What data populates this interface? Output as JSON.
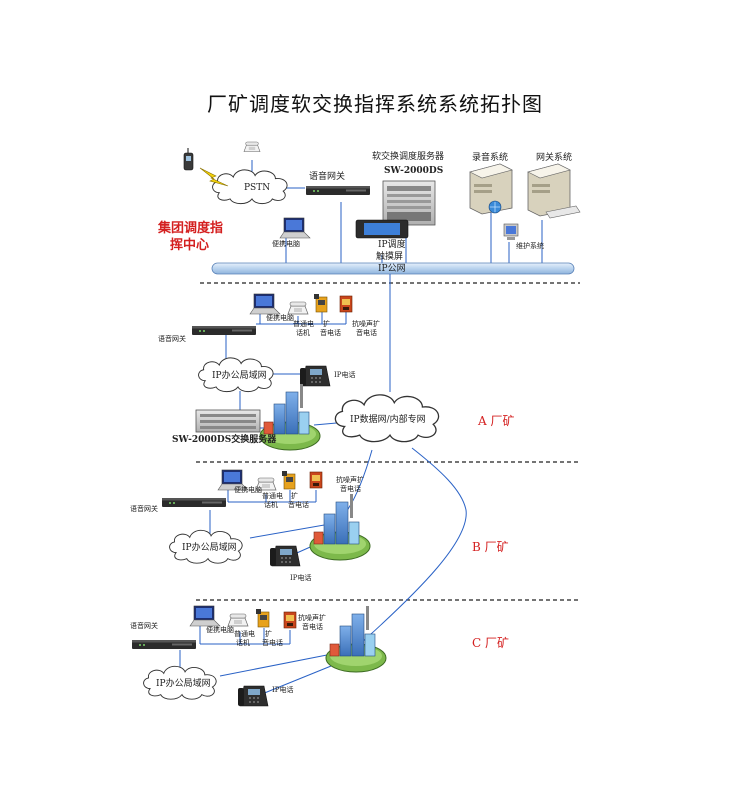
{
  "title": "厂矿调度软交换指挥系统系统拓扑图",
  "center": {
    "label_line1": "集团调度指",
    "label_line2": "挥中心",
    "pstn": "PSTN",
    "voice_gateway": "语音网关",
    "softswitch_server_line1": "软交换调度服务器",
    "softswitch_server_line2": "SW-2000DS",
    "recording_system": "录音系统",
    "gateway_system": "网关系统",
    "laptop": "便携电脑",
    "touch_screen_line1": "IP调度",
    "touch_screen_line2": "触摸屏",
    "maintenance": "维护系统",
    "ip_network": "IP公网"
  },
  "site_a": {
    "laptop": "便携电脑",
    "phone_line1": "普通电",
    "phone_line2": "话机",
    "broadcast_line1": "扩",
    "broadcast_line2": "音电话",
    "noise_phone_line1": "抗噪声扩",
    "noise_phone_line2": "音电话",
    "voice_gateway": "语音网关",
    "lan": "IP办公局域网",
    "ip_phone": "IP电话",
    "server": "SW-2000DS交换服务器",
    "private_network": "IP数据网/内部专网",
    "section": "A 厂矿"
  },
  "site_b": {
    "laptop": "便携电脑",
    "phone_line1": "普通电",
    "phone_line2": "话机",
    "broadcast_line1": "扩",
    "broadcast_line2": "音电话",
    "noise_phone_line1": "抗噪声扩",
    "noise_phone_line2": "音电话",
    "voice_gateway": "语音网关",
    "lan": "IP办公局域网",
    "ip_phone": "IP电话",
    "section": "B 厂矿"
  },
  "site_c": {
    "laptop": "便携电脑",
    "phone_line1": "普通电",
    "phone_line2": "话机",
    "broadcast_line1": "扩",
    "broadcast_line2": "音电话",
    "noise_phone_line1": "抗噪声扩",
    "noise_phone_line2": "音电话",
    "voice_gateway": "语音网关",
    "lan": "IP办公局域网",
    "ip_phone": "IP电话",
    "section": "C 厂矿"
  },
  "colors": {
    "accent_red": "#d42020",
    "link_blue": "#2a62c6",
    "bus_blue": "#b9d3ee",
    "bolt_yellow": "#f3d20b"
  }
}
